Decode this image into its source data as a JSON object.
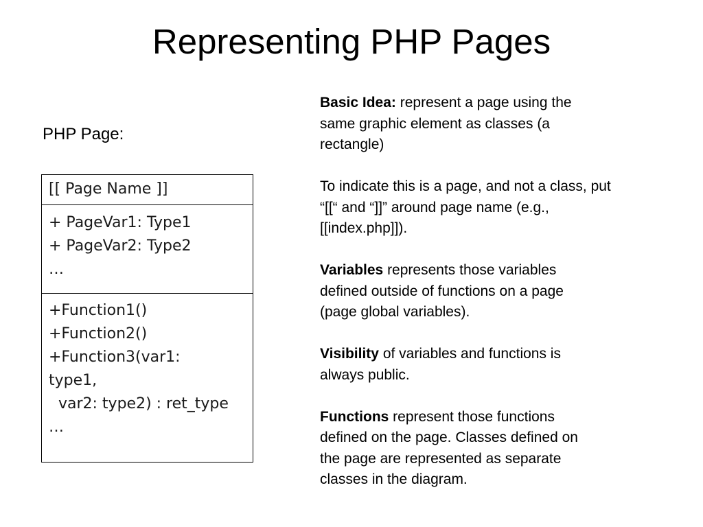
{
  "title": "Representing PHP Pages",
  "page_label": "PHP Page:",
  "uml": {
    "name": "[[ Page Name ]]",
    "variables": [
      "+ PageVar1: Type1",
      "+ PageVar2: Type2",
      "…"
    ],
    "functions": [
      "+Function1()",
      "+Function2()",
      "+Function3(var1:",
      "type1,",
      "  var2: type2) : ret_type",
      "…"
    ]
  },
  "notes": [
    {
      "term": "Basic Idea:",
      "lines": [
        " represent a page using the",
        "same graphic element as classes (a",
        "rectangle)"
      ]
    },
    {
      "term": "",
      "lines": [
        "To indicate this is a page, and not a class, put",
        "“[[“ and “]]” around page name (e.g.,",
        "[[index.php]])."
      ]
    },
    {
      "term": "Variables",
      "lines": [
        " represents those variables",
        "defined outside of functions on a page",
        "(page global variables)."
      ]
    },
    {
      "term": "Visibility",
      "lines": [
        " of variables and functions is",
        "always public."
      ]
    },
    {
      "term": "Functions",
      "lines": [
        " represent those functions",
        "defined on the page",
        ". Classes defined on",
        "the page are represented as separate",
        "classes in the diagram."
      ]
    }
  ]
}
